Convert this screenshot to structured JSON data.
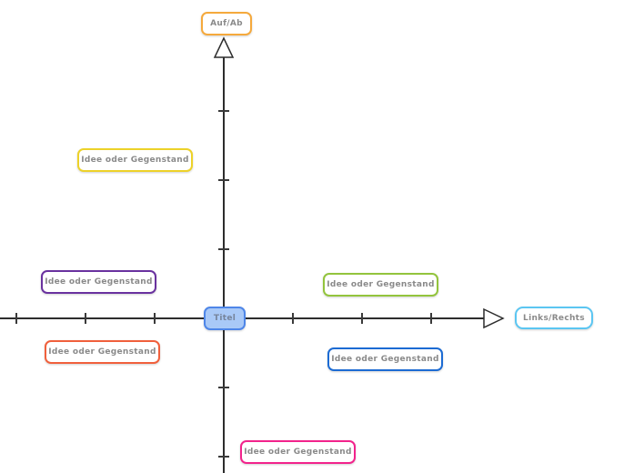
{
  "diagram": {
    "canvas_bg": "#ffffff",
    "axis_color": "#2d2d2d",
    "node_text_color": "#8a8a8a",
    "center_node": {
      "label": "Titel",
      "fill": "#a9c9f7",
      "border": "#4e86e8",
      "text_color": "#76849b"
    },
    "vertical_axis_label": {
      "label": "Auf/Ab",
      "border": "#f5a93c"
    },
    "horizontal_axis_label": {
      "label": "Links/Rechts",
      "border": "#5bc6f2"
    },
    "idea_nodes": [
      {
        "label": "Idee oder Gegenstand",
        "border": "#edd229",
        "position": "upper-left"
      },
      {
        "label": "Idee oder Gegenstand",
        "border": "#6a329f",
        "position": "mid-left"
      },
      {
        "label": "Idee oder Gegenstand",
        "border": "#f0603c",
        "position": "lower-left"
      },
      {
        "label": "Idee oder Gegenstand",
        "border": "#93c43d",
        "position": "mid-right-upper"
      },
      {
        "label": "Idee oder Gegenstand",
        "border": "#1c6bd3",
        "position": "mid-right-lower"
      },
      {
        "label": "Idee oder Gegenstand",
        "border": "#f2238c",
        "position": "bottom-center"
      }
    ]
  }
}
